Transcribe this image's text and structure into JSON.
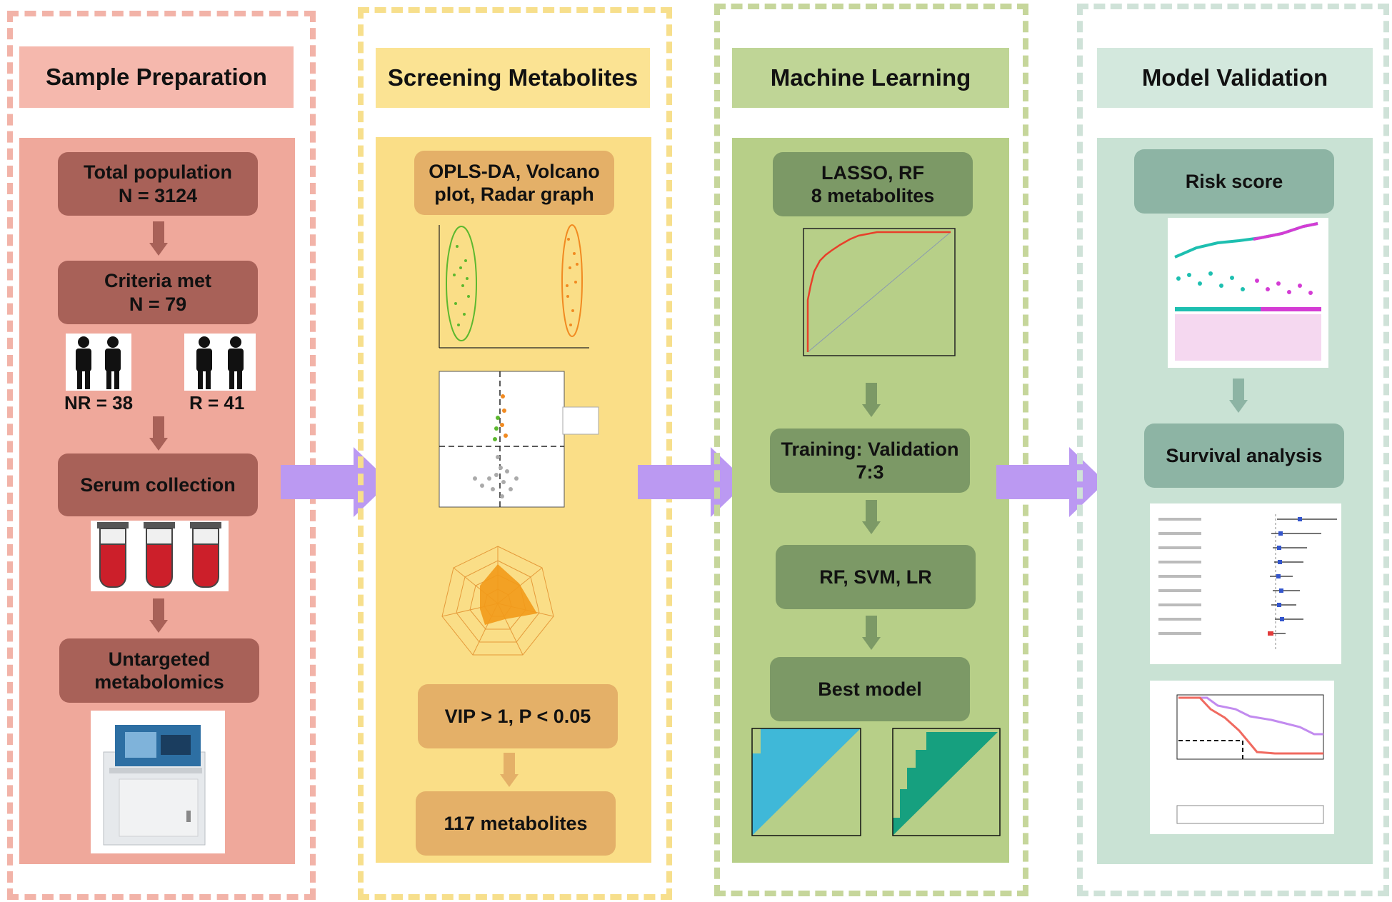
{
  "columns": [
    {
      "title": "Sample Preparation",
      "color_outer": "#f2b3a8",
      "color_header": "#f5b8ad",
      "color_body": "#efa89b",
      "color_box": "#a86158"
    },
    {
      "title": "Screening Metabolites",
      "color_outer": "#f7df8c",
      "color_header": "#fbe393",
      "color_body": "#fade87",
      "color_box": "#e4b068"
    },
    {
      "title": "Machine Learning",
      "color_outer": "#c6d69b",
      "color_header": "#bfd596",
      "color_body": "#b7cf88",
      "color_box": "#7c9966"
    },
    {
      "title": "Model Validation",
      "color_outer": "#cfe2d8",
      "color_header": "#d3e8dd",
      "color_body": "#c9e2d4",
      "color_box": "#8db4a4"
    }
  ],
  "sample_prep": {
    "total_population": "Total population\nN = 3124",
    "criteria_met": "Criteria met\nN = 79",
    "nr_group": "NR = 38",
    "r_group": "R = 41",
    "serum_collection": "Serum collection",
    "untargeted": "Untargeted\nmetabolomics"
  },
  "screening": {
    "methods": "OPLS-DA, Volcano\nplot, Radar graph",
    "criteria": "VIP > 1, P < 0.05",
    "result": "117 metabolites"
  },
  "machine_learning": {
    "lasso": "LASSO, RF\n8 metabolites",
    "split": "Training: Validation\n7:3",
    "models": "RF, SVM, LR",
    "best": "Best model"
  },
  "validation": {
    "risk": "Risk score",
    "survival": "Survival analysis"
  },
  "colors": {
    "arrow": "#bb99f2"
  }
}
